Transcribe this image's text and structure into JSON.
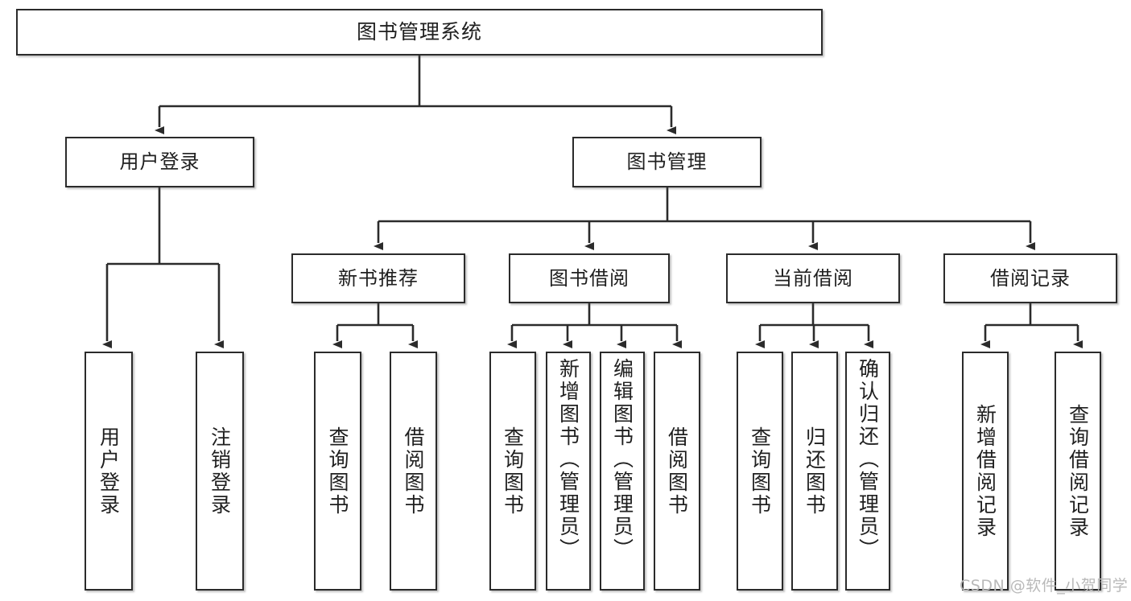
{
  "diagram": {
    "title": "图书管理系统",
    "type": "tree",
    "root": {
      "label": "图书管理系统"
    },
    "level2": [
      {
        "label": "用户登录"
      },
      {
        "label": "图书管理"
      }
    ],
    "level3": [
      {
        "label": "新书推荐"
      },
      {
        "label": "图书借阅"
      },
      {
        "label": "当前借阅"
      },
      {
        "label": "借阅记录"
      }
    ],
    "leaves": {
      "user_login": [
        {
          "label": "用户登录"
        },
        {
          "label": "注销登录"
        }
      ],
      "new_book_recommend": [
        {
          "label": "查询图书"
        },
        {
          "label": "借阅图书"
        }
      ],
      "book_borrow": [
        {
          "label": "查询图书"
        },
        {
          "label": "新增图书（管理员）"
        },
        {
          "label": "编辑图书（管理员）"
        },
        {
          "label": "借阅图书"
        }
      ],
      "current_borrow": [
        {
          "label": "查询图书"
        },
        {
          "label": "归还图书"
        },
        {
          "label": "确认归还（管理员）"
        }
      ],
      "borrow_record": [
        {
          "label": "新增借阅记录"
        },
        {
          "label": "查询借阅记录"
        }
      ]
    }
  },
  "watermark": {
    "text": "CSDN @软件_小贺同学"
  },
  "colors": {
    "background": "#ffffff",
    "box_border": "#2b2b2b",
    "connector": "#2b2b2b",
    "text": "#1f1f1f",
    "watermark": "#b9b9b9"
  }
}
